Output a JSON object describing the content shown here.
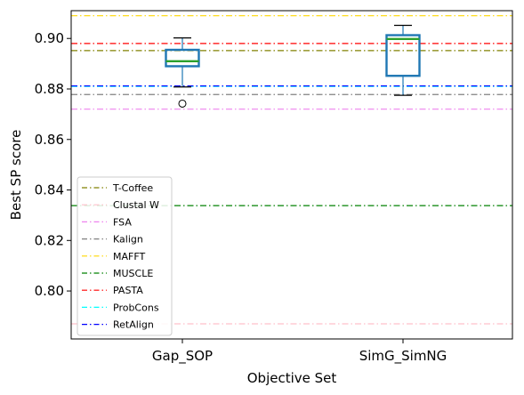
{
  "chart_data": {
    "type": "box",
    "title": "",
    "xlabel": "Objective Set",
    "ylabel": "Best SP score",
    "ylim": [
      0.781,
      0.911
    ],
    "yticks": [
      0.8,
      0.82,
      0.84,
      0.86,
      0.88,
      0.9
    ],
    "ytick_labels": [
      "0.80",
      "0.82",
      "0.84",
      "0.86",
      "0.88",
      "0.90"
    ],
    "grid": false,
    "legend_position": "lower-left",
    "categories": [
      "Gap_SOP",
      "SimG_SimNG"
    ],
    "boxes": [
      {
        "category": "Gap_SOP",
        "whisker_low": 0.8808,
        "q1": 0.889,
        "median": 0.891,
        "q3": 0.8955,
        "whisker_high": 0.9002,
        "outliers": [
          0.8742
        ]
      },
      {
        "category": "SimG_SimNG",
        "whisker_low": 0.8775,
        "q1": 0.8852,
        "median": 0.8998,
        "q3": 0.9013,
        "whisker_high": 0.9052,
        "outliers": []
      }
    ],
    "reference_lines": [
      {
        "name": "T-Coffee",
        "value": 0.8952,
        "color": "#808000"
      },
      {
        "name": "Clustal W",
        "value": 0.787,
        "color": "#ffc0cb"
      },
      {
        "name": "FSA",
        "value": 0.872,
        "color": "#ee82ee"
      },
      {
        "name": "Kalign",
        "value": 0.8778,
        "color": "#808080"
      },
      {
        "name": "MAFFT",
        "value": 0.909,
        "color": "#ffd700"
      },
      {
        "name": "MUSCLE",
        "value": 0.8338,
        "color": "#008000"
      },
      {
        "name": "PASTA",
        "value": 0.898,
        "color": "#ff0000"
      },
      {
        "name": "ProbCons",
        "value": 0.881,
        "color": "#00ffff"
      },
      {
        "name": "RetAlign",
        "value": 0.8812,
        "color": "#0000ff"
      }
    ],
    "box_color": "#1f77b4",
    "median_color": "#2ca02c"
  }
}
